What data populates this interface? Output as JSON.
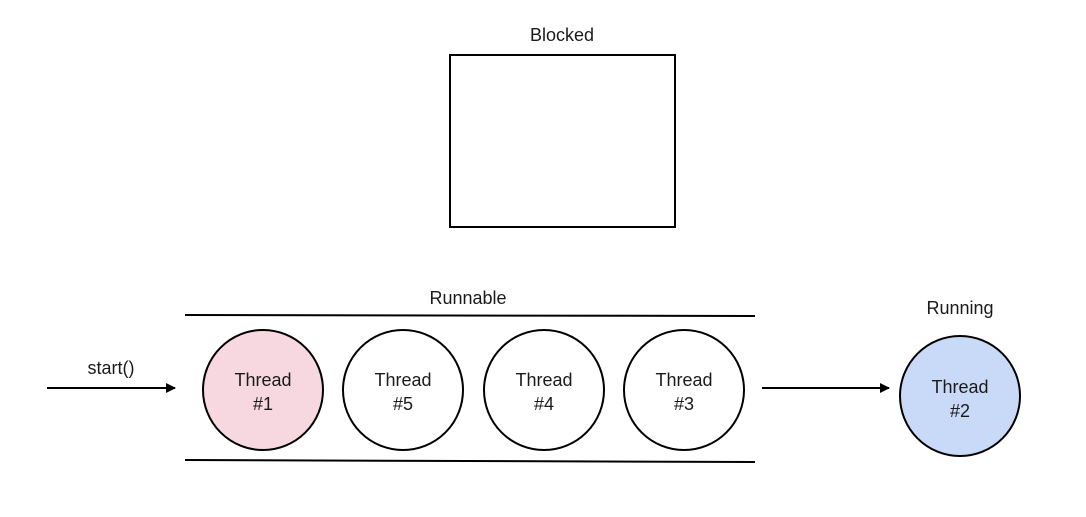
{
  "blocked": {
    "label": "Blocked"
  },
  "runnable": {
    "label": "Runnable"
  },
  "running": {
    "label": "Running"
  },
  "start": {
    "label": "start()"
  },
  "queue": [
    {
      "line1": "Thread",
      "line2": "#1",
      "fill": "#f7d7e0"
    },
    {
      "line1": "Thread",
      "line2": "#5",
      "fill": "#ffffff"
    },
    {
      "line1": "Thread",
      "line2": "#4",
      "fill": "#ffffff"
    },
    {
      "line1": "Thread",
      "line2": "#3",
      "fill": "#ffffff"
    }
  ],
  "running_thread": {
    "line1": "Thread",
    "line2": "#2",
    "fill": "#c9daf8"
  }
}
